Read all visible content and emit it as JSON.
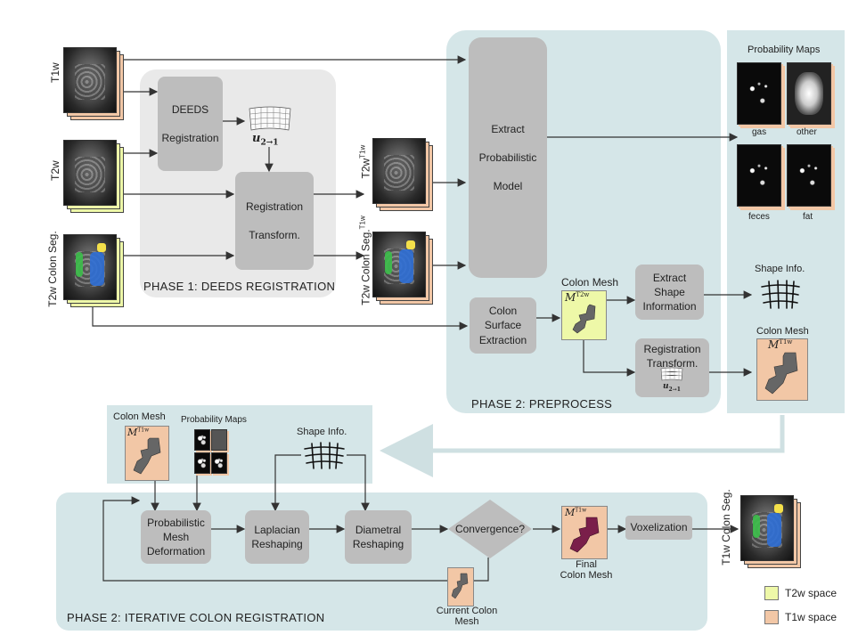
{
  "inputs": {
    "t1w": "T1w",
    "t2w": "T2w",
    "seg": "T2w Colon Seg."
  },
  "phase1": {
    "title": "PHASE 1: DEEDS REGISTRATION",
    "deeds": "DEEDS\n\nRegistration",
    "transform": "Registration\n\nTransform.",
    "u_label": "u",
    "u_sub": "2→1"
  },
  "outputs1": {
    "t2w_base": "T2w",
    "t2w_sup": "T1w",
    "seg_base": "T2w Colon Seg.",
    "seg_sup": "T1w"
  },
  "phase2": {
    "title": "PHASE 2: PREPROCESS",
    "extract_model": "Extract\n\nProbabilistic\n\nModel",
    "surface": "Colon\nSurface\nExtraction",
    "colon_mesh": "Colon Mesh",
    "mesh_sym": "M",
    "mesh_sup_t2": "T2w",
    "shape": "Extract\nShape\nInformation",
    "reg_transform": "Registration\nTransform."
  },
  "right_panel": {
    "prob_title": "Probability Maps",
    "gas": "gas",
    "other": "other",
    "feces": "feces",
    "fat": "fat",
    "shape_info": "Shape Info.",
    "colon_mesh": "Colon Mesh",
    "mesh_sup_t1": "T1w"
  },
  "phase3": {
    "title": "PHASE 2: ITERATIVE COLON REGISTRATION",
    "colon_mesh": "Colon Mesh",
    "prob_maps": "Probability Maps",
    "shape_info": "Shape Info.",
    "prob_deform": "Probabilistic\nMesh\nDeformation",
    "laplacian": "Laplacian\nReshaping",
    "diametral": "Diametral\nReshaping",
    "convergence": "Convergence?",
    "final_mesh": "Final\nColon Mesh",
    "voxelization": "Voxelization",
    "current_mesh": "Current Colon\nMesh",
    "output": "T1w Colon Seg."
  },
  "legend": {
    "t2": "T2w space",
    "t1": "T1w space"
  },
  "colors": {
    "t2_space": "#eef8a8",
    "t1_space": "#f2c7a6",
    "teal": "#d5e6e8",
    "box": "#bdbdbd"
  }
}
